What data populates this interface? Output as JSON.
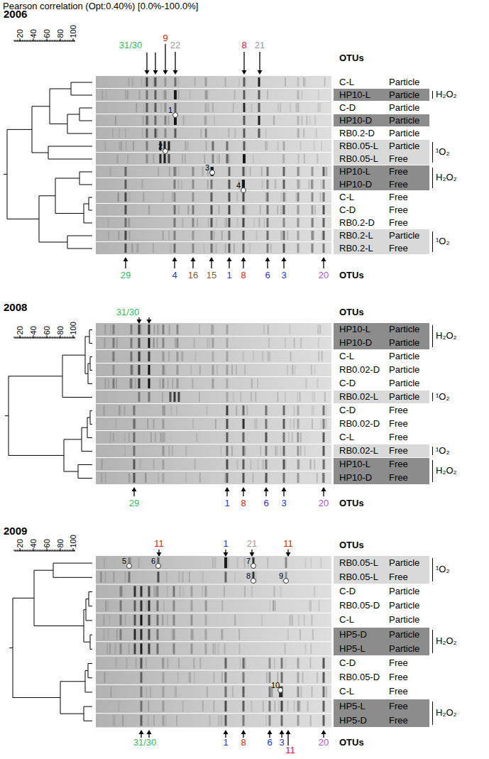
{
  "diagram": {
    "title": "Pearson correlation (Opt:0.40%) [0.0%-100.0%]",
    "nodes": [
      {
        "text": [
          "HP10-L",
          "Particle",
          "H₂O₂"
        ]
      },
      {
        "text": [
          "HP10-D",
          "Particle"
        ]
      },
      {
        "text": [
          "RB0.05-L",
          "Particle",
          "RB0.05-L",
          "Free",
          "¹O₂"
        ]
      },
      {
        "text": [
          "HP10-L",
          "Free",
          "HP10-D",
          "Free",
          "H₂O₂"
        ]
      },
      {
        "text": [
          "RB0.2-L",
          "Particle",
          "RB0.2-L",
          "Free",
          "¹O₂"
        ]
      },
      {
        "text": [
          "HP10-L",
          "Particle",
          "HP10-D",
          "Particle",
          "H₂O₂"
        ]
      },
      {
        "text": [
          "RB0.02-L",
          "Particle",
          "¹O₂"
        ]
      },
      {
        "text": [
          "RB0.02-L",
          "Free",
          "¹O₂"
        ]
      },
      {
        "text": [
          "HP10-L",
          "Free",
          "HP10-D",
          "Free",
          "H₂O₂"
        ]
      },
      {
        "text": [
          "RB0.05-L",
          "Particle",
          "RB0.05-L",
          "Free",
          "¹O₂"
        ]
      },
      {
        "text": [
          "HP5-D",
          "Particle",
          "HP5-L",
          "Particle",
          "H₂O₂"
        ]
      },
      {
        "text": [
          "HP5-L",
          "Free",
          "HP5-D",
          "Free",
          "H₂O₂"
        ]
      }
    ],
    "labels": [
      "2006",
      "20",
      "40",
      "60",
      "80",
      "100",
      "31/30",
      "9",
      "22",
      "8",
      "21",
      "OTUs",
      "1",
      "2",
      "3",
      "4",
      "C-L",
      "Particle",
      "C-D",
      "Particle",
      "RB0.2-D",
      "Particle",
      "C-L",
      "Free",
      "C-D",
      "Free",
      "RB0.2-D",
      "Free",
      "29",
      "4",
      "16",
      "15",
      "1",
      "8",
      "6",
      "3",
      "20",
      "OTUs",
      "2008",
      "20",
      "40",
      "60",
      "80",
      "100",
      "31/30",
      "OTUs",
      "C-L",
      "Particle",
      "RB0.02-D",
      "Particle",
      "C-D",
      "Particle",
      "C-D",
      "Free",
      "RB0.02-D",
      "Free",
      "C-L",
      "Free",
      "29",
      "1",
      "8",
      "6",
      "3",
      "20",
      "OTUs",
      "2009",
      "20",
      "40",
      "60",
      "80",
      "100",
      "11",
      "1",
      "21",
      "11",
      "OTUs",
      "5",
      "6",
      "7",
      "8",
      "9",
      "10",
      "C-D",
      "Particle",
      "RB0.05-D",
      "Particle",
      "C-L",
      "Particle",
      "C-D",
      "Free",
      "RB0.05-D",
      "Free",
      "C-L",
      "Free",
      "31/30",
      "1",
      "8",
      "6",
      "3",
      "11",
      "20",
      "OTUs"
    ]
  }
}
